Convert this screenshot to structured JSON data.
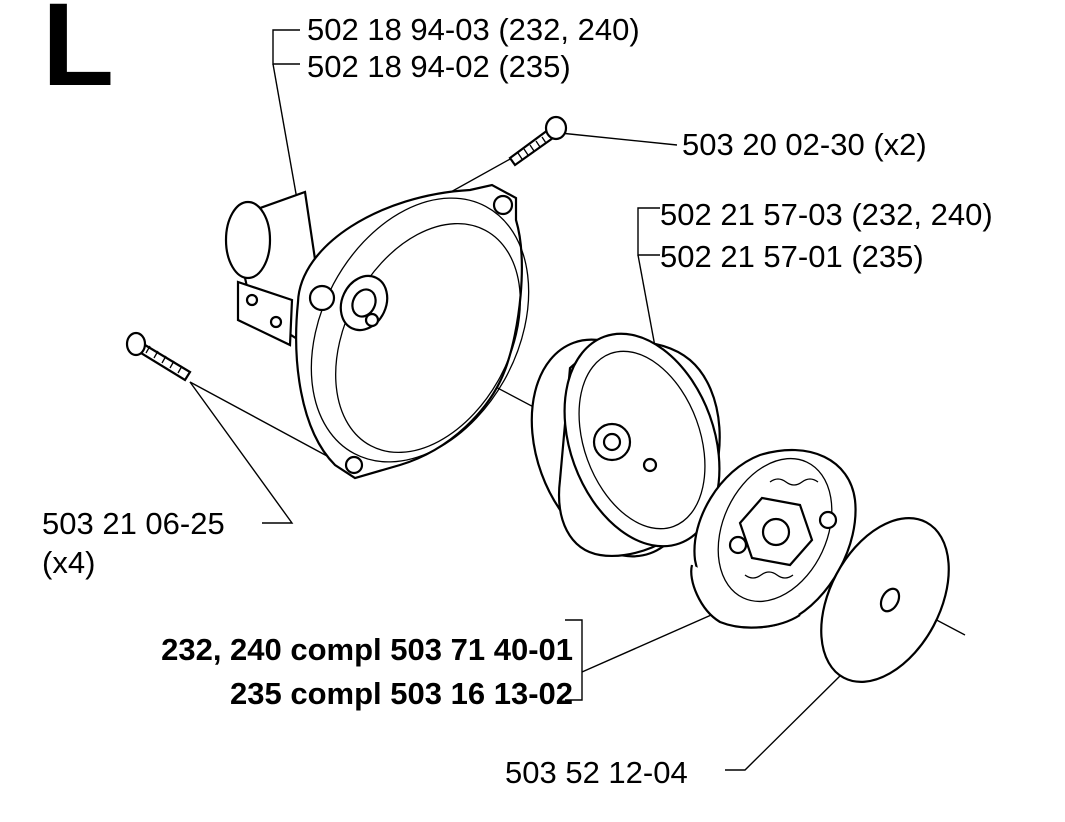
{
  "section_letter": "L",
  "labels": {
    "housing_232_240": "502 18 94-03 (232, 240)",
    "housing_235": "502 18 94-02 (235)",
    "screw_x2": "503 20 02-30 (x2)",
    "drum_232_240": "502 21 57-03 (232, 240)",
    "drum_235": "502 21 57-01 (235)",
    "screw_x4_part": "503 21 06-25",
    "screw_x4_qty": "(x4)",
    "clutch_232_240": "232, 240 compl 503 71 40-01",
    "clutch_235": "235 compl 503 16 13-02",
    "washer": "503 52 12-04"
  }
}
